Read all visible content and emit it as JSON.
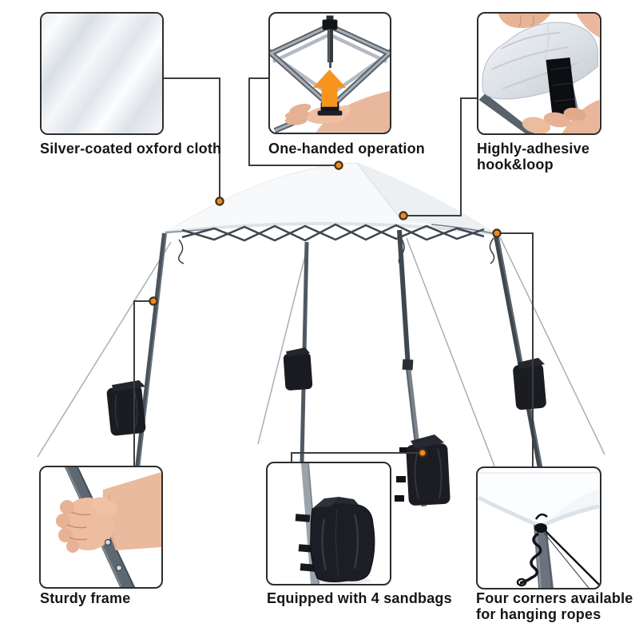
{
  "page": {
    "background": "#ffffff",
    "description_hint": "pop-up canopy tent feature infographic"
  },
  "features": [
    {
      "id": "silver-cloth",
      "line1": "Silver-coated oxford cloth",
      "line2": ""
    },
    {
      "id": "one-handed",
      "line1": "One-handed operation",
      "line2": ""
    },
    {
      "id": "hook-loop",
      "line1": "Highly-adhesive",
      "line2": "hook&loop"
    },
    {
      "id": "sturdy-frame",
      "line1": "Sturdy frame",
      "line2": ""
    },
    {
      "id": "sandbags",
      "line1": "Equipped with 4 sandbags",
      "line2": ""
    },
    {
      "id": "hanging-ropes",
      "line1": "Four corners available",
      "line2": "for hanging ropes"
    }
  ],
  "colors": {
    "accent_dot": "#f0891e",
    "dot_ring": "#40321d",
    "callout_line": "#3d3d3d",
    "card_border": "#2d2d2d",
    "canopy_white": "#f7f9fb",
    "frame_gray": "#4a535c",
    "sandbag_black": "#1b1e24",
    "arrow_orange": "#f7941e",
    "skin": "#e9b89c",
    "text": "#161616"
  }
}
